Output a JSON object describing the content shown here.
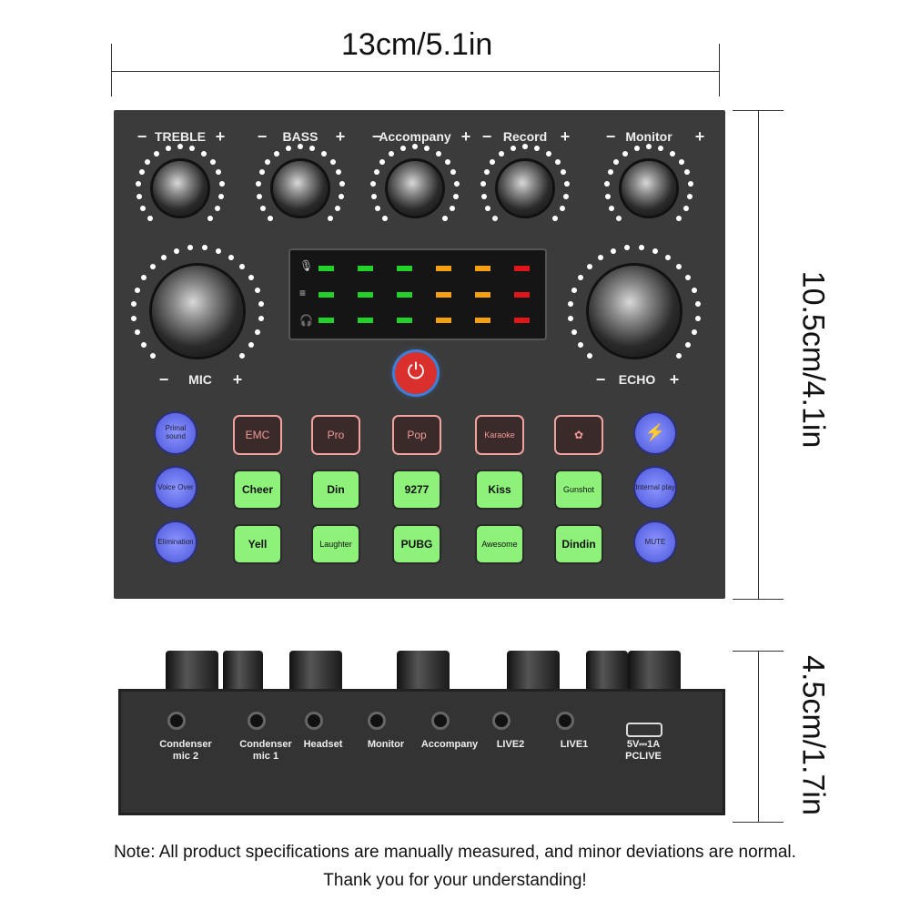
{
  "dimensions": {
    "width": "13cm/5.1in",
    "height": "10.5cm/4.1in",
    "depth": "4.5cm/1.7in"
  },
  "knobs": [
    {
      "label": "TREBLE",
      "minus": "−",
      "plus": "+"
    },
    {
      "label": "BASS",
      "minus": "−",
      "plus": "+"
    },
    {
      "label": "Accompany",
      "minus": "−",
      "plus": "+"
    },
    {
      "label": "Record",
      "minus": "−",
      "plus": "+"
    },
    {
      "label": "Monitor",
      "minus": "−",
      "plus": "+"
    }
  ],
  "big_knobs": [
    {
      "label": "MIC",
      "minus": "−",
      "plus": "+"
    },
    {
      "label": "ECHO",
      "minus": "−",
      "plus": "+"
    }
  ],
  "meter_colors": [
    "#22d12a",
    "#22d12a",
    "#22d12a",
    "#f5a011",
    "#f5a011",
    "#e0161b"
  ],
  "power_icon": "⏻",
  "left_buttons": [
    "Primal sound",
    "Voice Over",
    "Elimination"
  ],
  "right_buttons": [
    "⚡",
    "Internal play",
    "MUTE"
  ],
  "effect_rows": [
    [
      "EMC",
      "Pro",
      "Pop",
      "Karaoke",
      "✿"
    ],
    [
      "Cheer",
      "Din",
      "9277",
      "Kiss",
      "Gunshot"
    ],
    [
      "Yell",
      "Laughter",
      "PUBG",
      "Awesome",
      "Dindin"
    ]
  ],
  "ports": [
    {
      "line1": "Condenser",
      "line2": "mic 2"
    },
    {
      "line1": "Condenser",
      "line2": "mic 1"
    },
    {
      "line1": "Headset",
      "line2": ""
    },
    {
      "line1": "Monitor",
      "line2": ""
    },
    {
      "line1": "Accompany",
      "line2": ""
    },
    {
      "line1": "LIVE2",
      "line2": ""
    },
    {
      "line1": "LIVE1",
      "line2": ""
    },
    {
      "line1": "5V⎓1A",
      "line2": "PCLIVE"
    }
  ],
  "note": {
    "line1": "Note: All product specifications are manually measured, and minor deviations are normal.",
    "line2": "Thank you for your understanding!"
  }
}
